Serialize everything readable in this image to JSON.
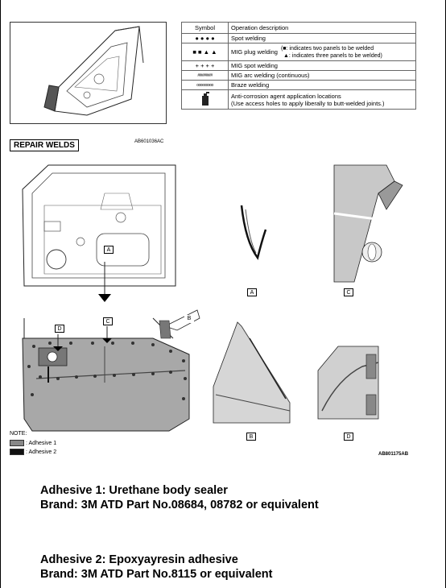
{
  "figure": {
    "thumb_code": "AB601036AC",
    "main_code": "AB801175AB",
    "section_title": "REPAIR WELDS"
  },
  "symbol_table": {
    "header": {
      "symbol": "Symbol",
      "description": "Operation description"
    },
    "rows": [
      {
        "glyph": "● ● ● ●",
        "desc": "Spot welding"
      },
      {
        "glyph": "■ ■ ▲ ▲",
        "desc": "MIG plug welding",
        "note1": "(■: indicates two panels to be welded",
        "note2": "▲: indicates three panels to be welded)"
      },
      {
        "glyph": "+ + + +",
        "desc": "MIG spot welding"
      },
      {
        "glyph": "########",
        "desc": "MIG arc welding (continuous)"
      },
      {
        "glyph": "ooooooooo",
        "desc": "Braze welding"
      },
      {
        "glyph": "spray-can-icon",
        "desc": "Anti-corrosion agent application locations",
        "desc2": "(Use access holes to apply liberally to butt-welded joints.)"
      }
    ]
  },
  "labels": {
    "a": "A",
    "b": "B",
    "c": "C",
    "d": "D"
  },
  "legend": {
    "note": "NOTE:",
    "adhesive1": ": Adhesive 1",
    "adhesive2": ": Adhesive 2",
    "adhesive1_color": "#888888",
    "adhesive2_color": "#111111"
  },
  "adhesives": {
    "a1_line1": "Adhesive 1: Urethane body sealer",
    "a1_line2": "Brand: 3M ATD Part No.08684, 08782 or equivalent",
    "a2_line1": "Adhesive 2: Epoxyayresin adhesive",
    "a2_line2": "Brand: 3M ATD Part No.8115 or equivalent"
  }
}
